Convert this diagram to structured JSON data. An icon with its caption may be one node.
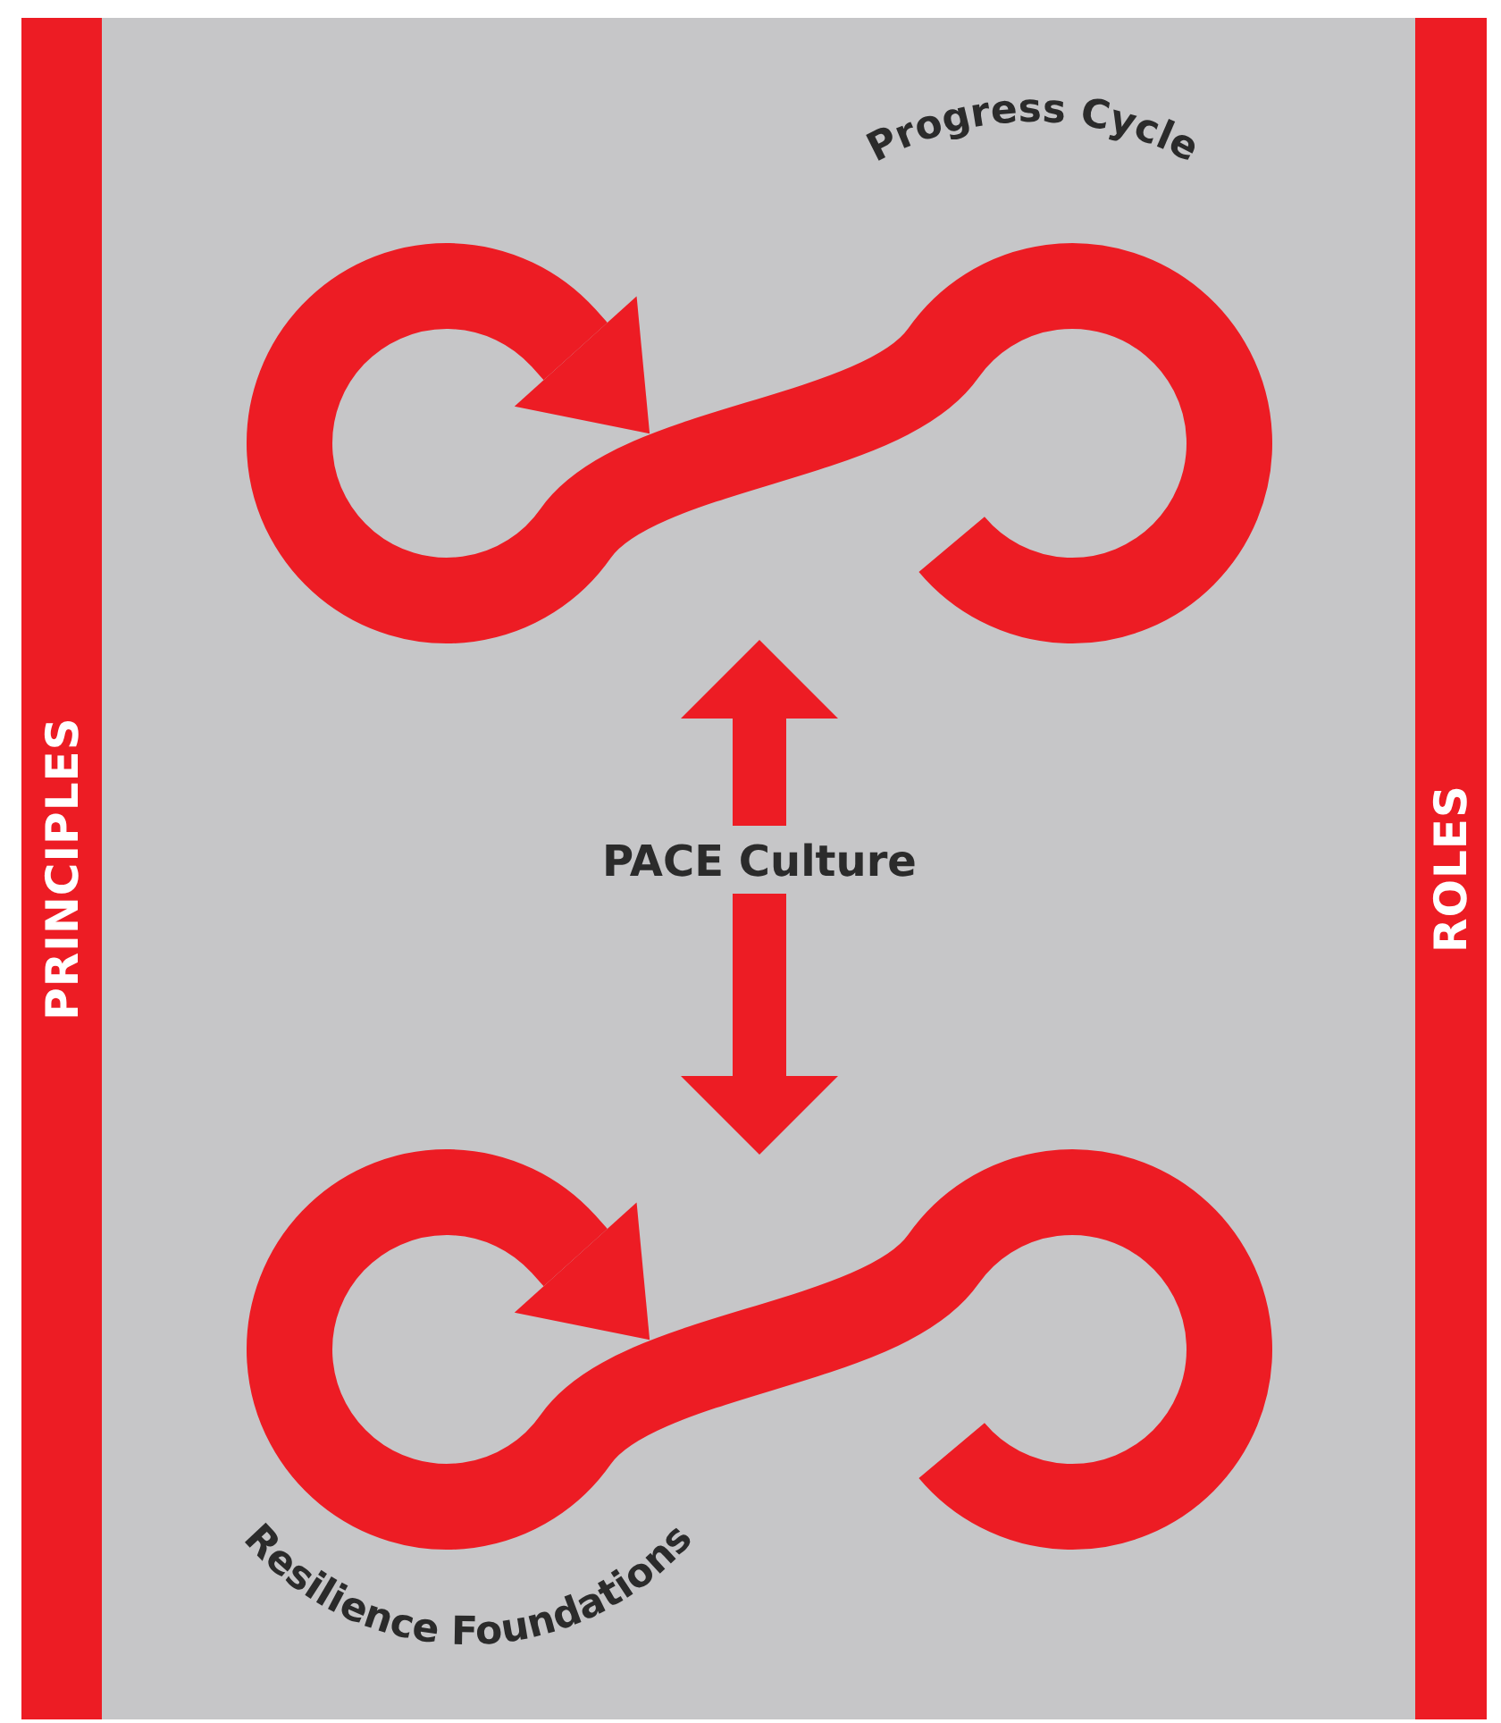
{
  "diagram": {
    "nodes": [
      {
        "text": [
          "PRINCIPLES"
        ]
      },
      {
        "text": [
          "ROLES"
        ]
      },
      {
        "text": [
          "Progress Cycle"
        ]
      },
      {
        "text": [
          "PACE Culture"
        ]
      },
      {
        "text": [
          "Resilience Foundations"
        ]
      }
    ],
    "edges": [
      {
        "from": 3,
        "to": 2,
        "arrow": "to"
      },
      {
        "from": 3,
        "to": 4,
        "arrow": "to"
      }
    ]
  }
}
